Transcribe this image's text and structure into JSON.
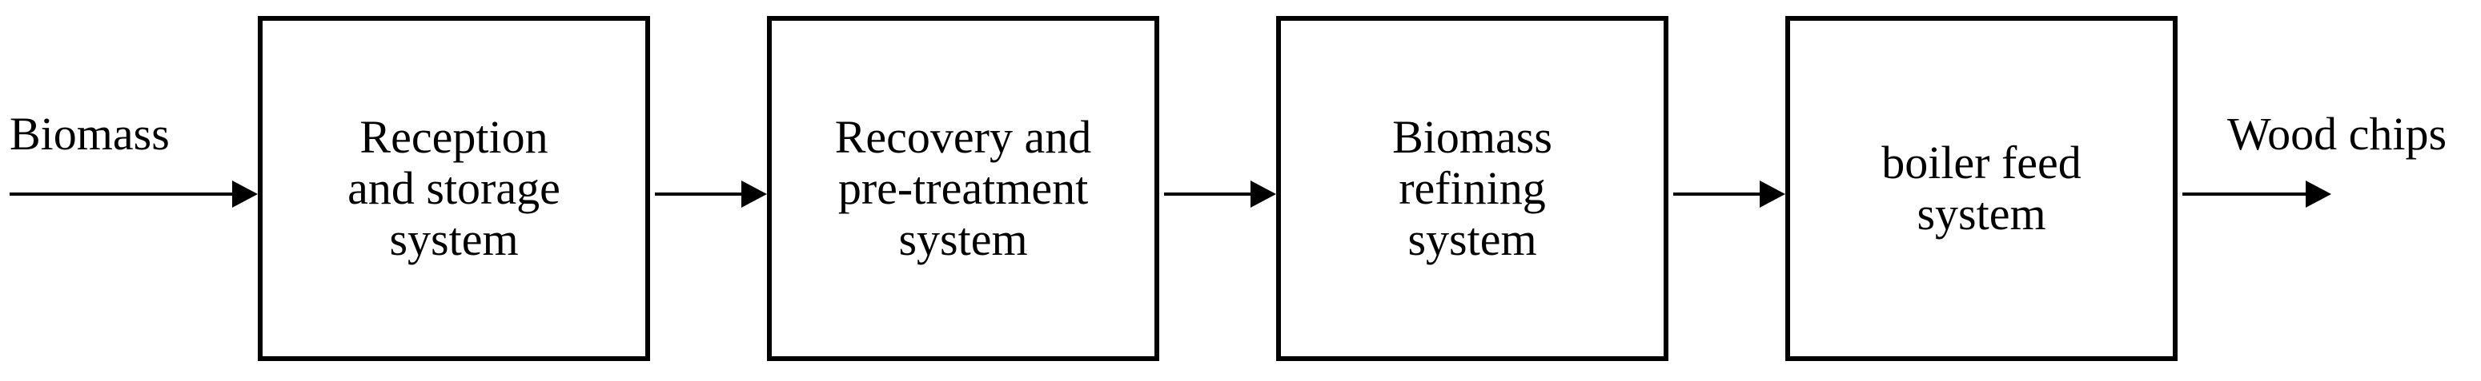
{
  "diagram": {
    "input_label": "Biomass",
    "output_label": "Wood chips",
    "stages": [
      {
        "lines": [
          "Reception",
          "and storage",
          "system"
        ]
      },
      {
        "lines": [
          "Recovery and",
          "pre-treatment",
          "system"
        ]
      },
      {
        "lines": [
          "Biomass",
          "refining",
          "system"
        ]
      },
      {
        "lines": [
          "boiler feed",
          "system"
        ]
      }
    ]
  },
  "colors": {
    "stroke": "#000000",
    "background": "#ffffff"
  }
}
